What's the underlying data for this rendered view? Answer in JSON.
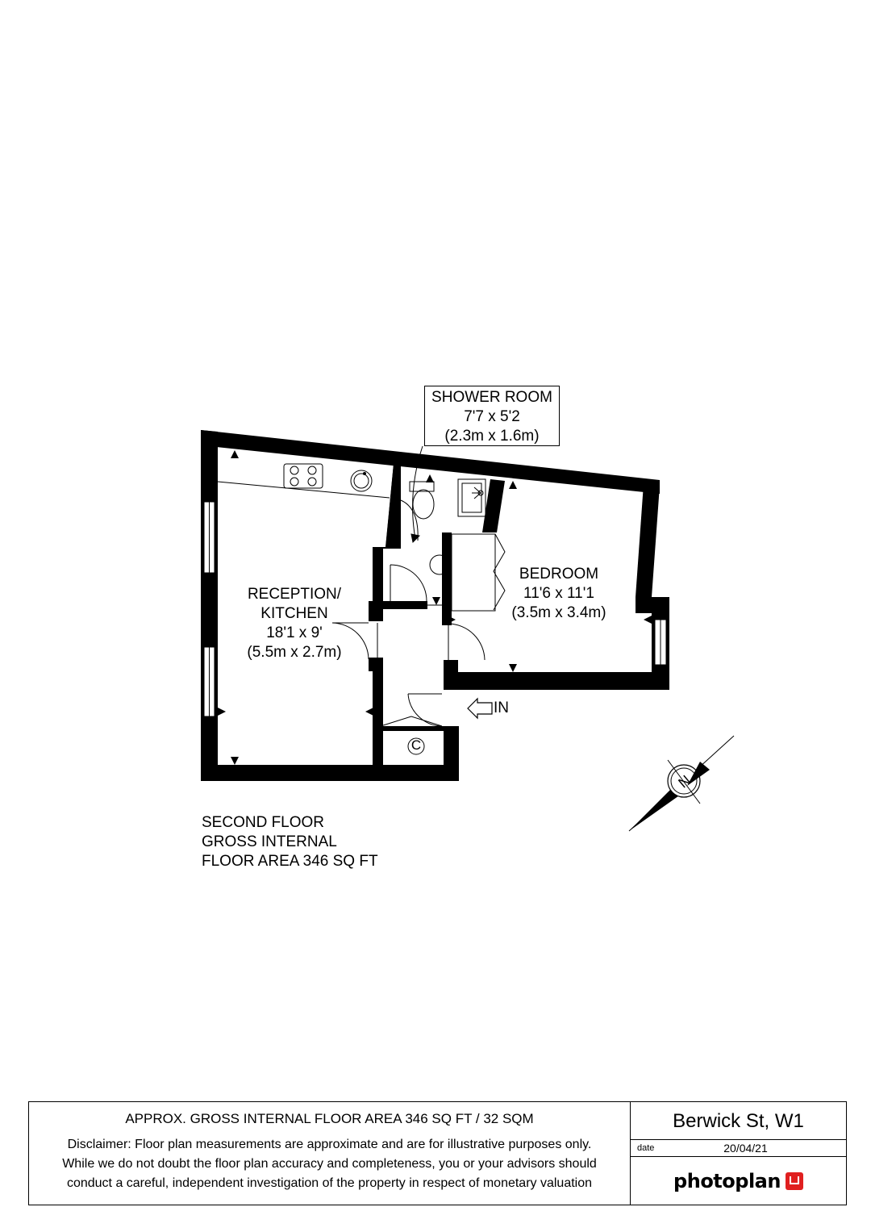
{
  "rooms": {
    "shower": {
      "name": "SHOWER ROOM",
      "imperial": "7'7 x 5'2",
      "metric": "(2.3m x 1.6m)"
    },
    "reception": {
      "name_line1": "RECEPTION/",
      "name_line2": "KITCHEN",
      "imperial": "18'1 x 9'",
      "metric": "(5.5m x 2.7m)"
    },
    "bedroom": {
      "name": "BEDROOM",
      "imperial": "11'6 x 11'1",
      "metric": "(3.5m x 3.4m)"
    }
  },
  "entry_label": "IN",
  "cupboard_symbol": "C",
  "floor_info": {
    "line1": "SECOND FLOOR",
    "line2": "GROSS INTERNAL",
    "line3": "FLOOR AREA 346 SQ FT"
  },
  "compass": {
    "letter": "N",
    "icon": "compass-north-arrow-icon"
  },
  "footer": {
    "area": "APPROX. GROSS INTERNAL FLOOR AREA 346 SQ FT / 32 SQM",
    "disclaimer_line1": "Disclaimer: Floor plan measurements are approximate and are for illustrative purposes only.",
    "disclaimer_line2": "While we do not doubt the floor plan accuracy and completeness, you or your advisors should",
    "disclaimer_line3": "conduct a careful, independent investigation of the property in respect of monetary valuation",
    "address": "Berwick St, W1",
    "date_caption": "date",
    "date": "20/04/21",
    "logo_text": "photoplan"
  },
  "colors": {
    "wall": "#000000",
    "background": "#ffffff",
    "logo_accent": "#e02020"
  }
}
